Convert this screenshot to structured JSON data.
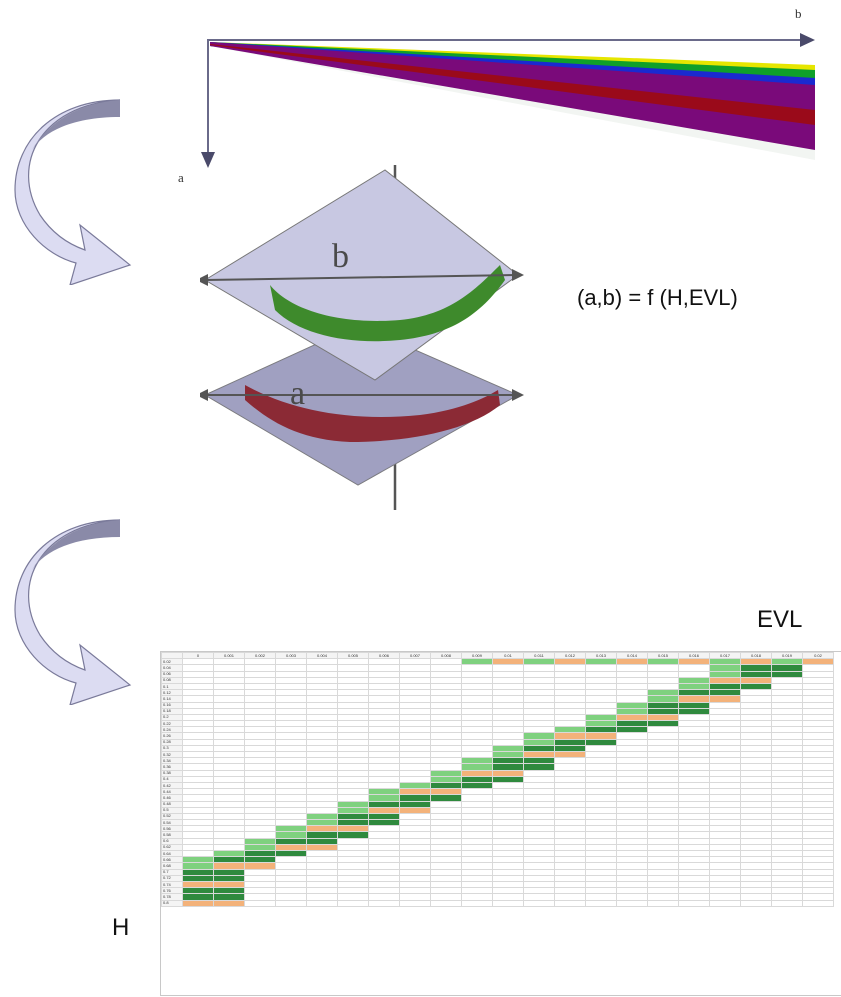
{
  "labels": {
    "axis_b": "b",
    "axis_a": "a",
    "plane_b": "b",
    "plane_a": "a",
    "formula": "(a,b) = f (H,EVL)",
    "evl": "EVL",
    "h": "H"
  },
  "colors": {
    "purple": "#7a0a7a",
    "red": "#9a0a1a",
    "blue": "#1a2ad0",
    "green": "#0fa02a",
    "yellow": "#e6e600",
    "arrow_fill": "#d8d8f0",
    "arrow_shade": "#8a8aa8",
    "green_cell": "#2f8a3e",
    "orange_cell": "#f3b27a"
  },
  "table": {
    "columns": [
      "",
      "0",
      "0.001",
      "0.002",
      "0.003",
      "0.004",
      "0.005",
      "0.006",
      "0.007",
      "0.008",
      "0.009",
      "0.01",
      "0.011",
      "0.012",
      "0.013",
      "0.014",
      "0.015",
      "0.016",
      "0.017",
      "0.018",
      "0.019",
      "0.02"
    ],
    "rows": [
      "0.02",
      "0.04",
      "0.06",
      "0.08",
      "0.1",
      "0.12",
      "0.14",
      "0.16",
      "0.18",
      "0.2",
      "0.22",
      "0.24",
      "0.26",
      "0.28",
      "0.3",
      "0.32",
      "0.34",
      "0.36",
      "0.38",
      "0.4",
      "0.42",
      "0.44",
      "0.46",
      "0.48",
      "0.5",
      "0.52",
      "0.54",
      "0.56",
      "0.58",
      "0.6",
      "0.62",
      "0.64",
      "0.66",
      "0.68",
      "0.7",
      "0.72",
      "0.74",
      "0.76",
      "0.78",
      "0.8"
    ]
  }
}
